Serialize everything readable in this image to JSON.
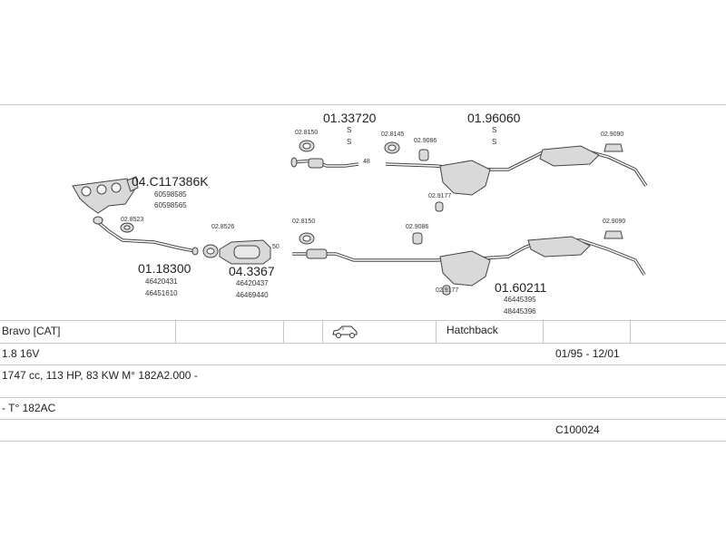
{
  "parts": {
    "manifold_code": "04.C117386K",
    "manifold_refs": [
      "60598585",
      "60598565"
    ],
    "front_pipe_code": "01.18300",
    "front_pipe_refs": [
      "46420431",
      "46451610"
    ],
    "catalyst_code": "04.3367",
    "catalyst_refs": [
      "46420437",
      "46469440"
    ],
    "mid_upper_code": "01.33720",
    "mid_upper_s": [
      "S",
      "S"
    ],
    "rear_upper_code": "01.96060",
    "rear_upper_s": [
      "S",
      "S"
    ],
    "rear_lower_code": "01.60211",
    "rear_lower_refs": [
      "46445395",
      "48445396"
    ],
    "small": {
      "p_02_8523": "02.8523",
      "p_02_8526": "02.8526",
      "p_02_8150_a": "02.8150",
      "p_02_8150_b": "02.8150",
      "p_02_8145": "02.8145",
      "p_02_9086_a": "02.9086",
      "p_02_9086_b": "02.9086",
      "p_02_9177_a": "02.9177",
      "p_02_9177_b": "02.9177",
      "p_02_9090_a": "02.9090",
      "p_02_9090_b": "02.9090",
      "dim_48": "48",
      "dim_50": "50"
    }
  },
  "vehicle": {
    "model": "Bravo  [CAT]",
    "body": "Hatchback",
    "engine": "1.8 16V",
    "years": "01/95 - 12/01",
    "details": "1747 cc, 113 HP, 83 KW M° 182A2.000 -",
    "type": "- T° 182AC",
    "code": "C100024"
  },
  "colors": {
    "line": "#c8c8c8",
    "part_stroke": "#444444",
    "part_fill": "#d9d9d9"
  },
  "icons": {
    "body_type": "car-hatchback-icon"
  }
}
